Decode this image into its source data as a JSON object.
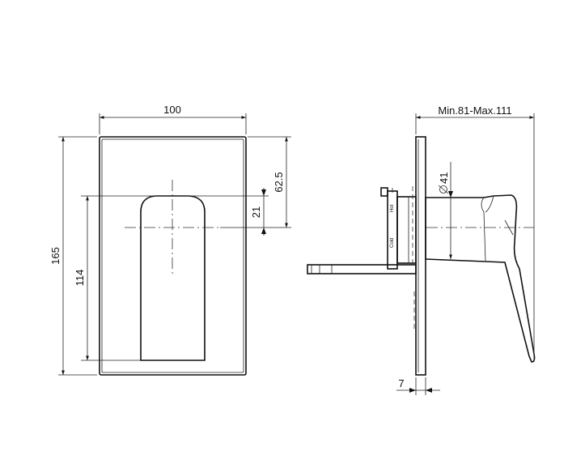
{
  "front_view": {
    "width_label": "100",
    "height_label": "165",
    "handle_height_label": "114",
    "offset_label": "62.5",
    "handle_offset_label": "21"
  },
  "side_view": {
    "depth_label": "Min.81-Max.111",
    "diameter_label": "41",
    "plate_label": "7",
    "part_label_top": "Hot",
    "part_label_bottom": "Cold"
  }
}
